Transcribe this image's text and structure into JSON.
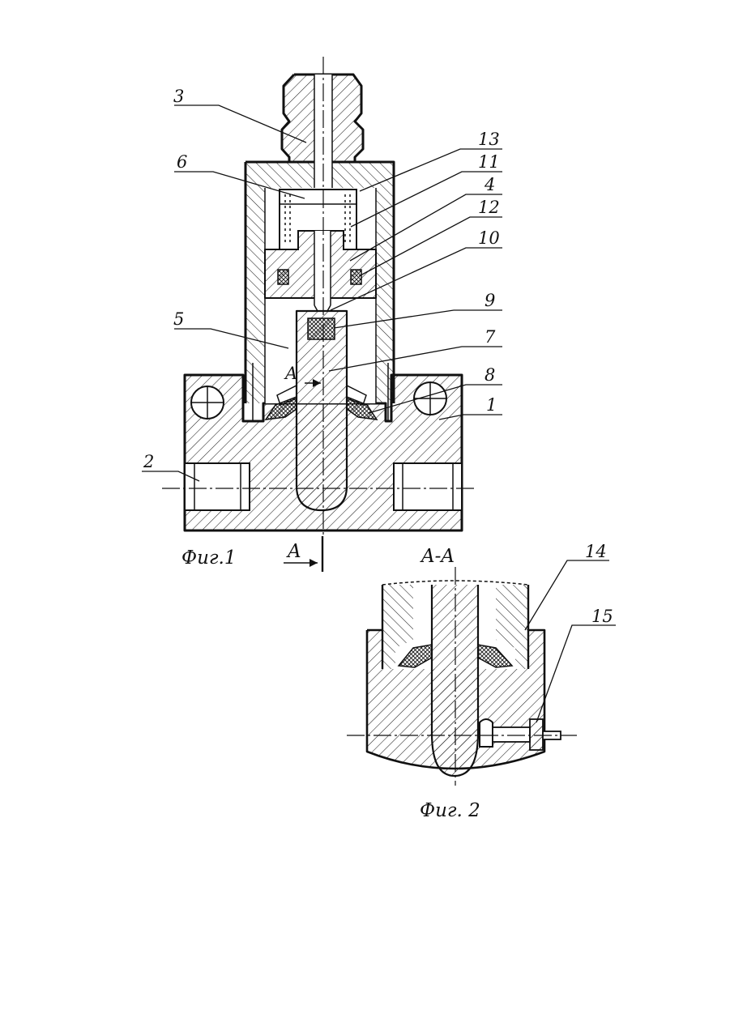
{
  "fig1": {
    "caption": "Фиг.1",
    "section_marker": "A",
    "detail_marker": "A",
    "labels": [
      "3",
      "13",
      "6",
      "11",
      "4",
      "12",
      "10",
      "5",
      "9",
      "7",
      "8",
      "1",
      "2"
    ]
  },
  "fig2": {
    "caption": "Фиг. 2",
    "section_title": "A-A",
    "labels": [
      "14",
      "15"
    ]
  }
}
